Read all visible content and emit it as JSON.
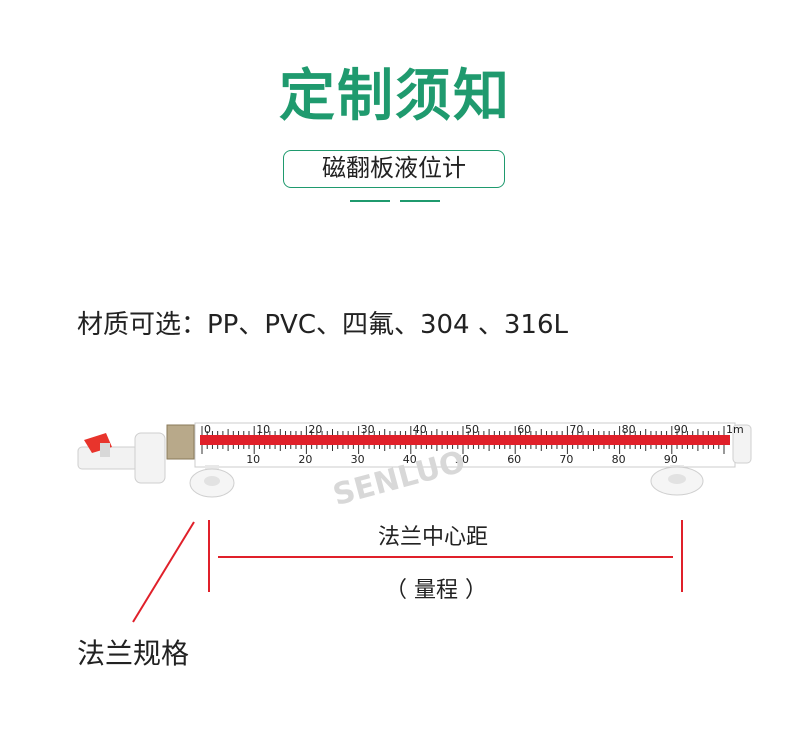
{
  "header": {
    "title": "定制须知",
    "subtitle": "磁翻板液位计"
  },
  "material": {
    "text": "材质可选：PP、PVC、四氟、304 、316L"
  },
  "scale": {
    "upper_labels": [
      "0",
      "10",
      "20",
      "30",
      "40",
      "50",
      "60",
      "70",
      "80",
      "90",
      "1m"
    ],
    "lower_labels": [
      "10",
      "20",
      "30",
      "40",
      "50",
      "60",
      "70",
      "80",
      "90"
    ]
  },
  "watermark": "SENLUO",
  "dimensions": {
    "center_distance": "法兰中心距",
    "range": "（ 量程 ）",
    "flange_spec": "法兰规格"
  },
  "colors": {
    "accent": "#1f9a6e",
    "indicator": "#e0202a",
    "valve": "#e8342c"
  }
}
